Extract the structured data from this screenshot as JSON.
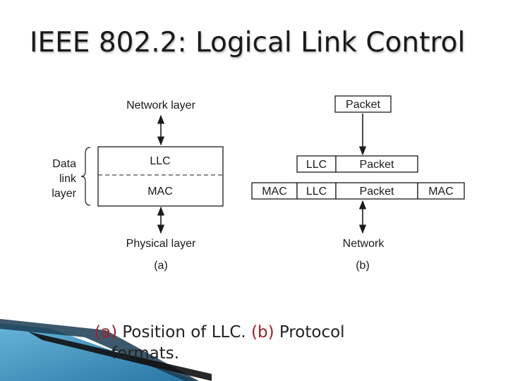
{
  "slide": {
    "title": "IEEE 802.2: Logical Link Control"
  },
  "diagram_a": {
    "network_layer": "Network layer",
    "llc": "LLC",
    "mac": "MAC",
    "brace_label_line1": "Data",
    "brace_label_line2": "link",
    "brace_label_line3": "layer",
    "physical_layer": "Physical layer",
    "panel_label": "(a)"
  },
  "diagram_b": {
    "top_packet": "Packet",
    "row1": [
      "LLC",
      "Packet"
    ],
    "row2": [
      "MAC",
      "LLC",
      "Packet",
      "MAC"
    ],
    "network": "Network",
    "panel_label": "(b)"
  },
  "caption": {
    "part_a_tag": "(a)",
    "part_a_text": " Position of LLC. ",
    "part_b_tag": "(b)",
    "part_b_text_line1": " Protocol",
    "part_b_text_line2": "formats."
  },
  "colors": {
    "caption_highlight": "#a11f24",
    "decor_blue": "#2a7fb0"
  }
}
